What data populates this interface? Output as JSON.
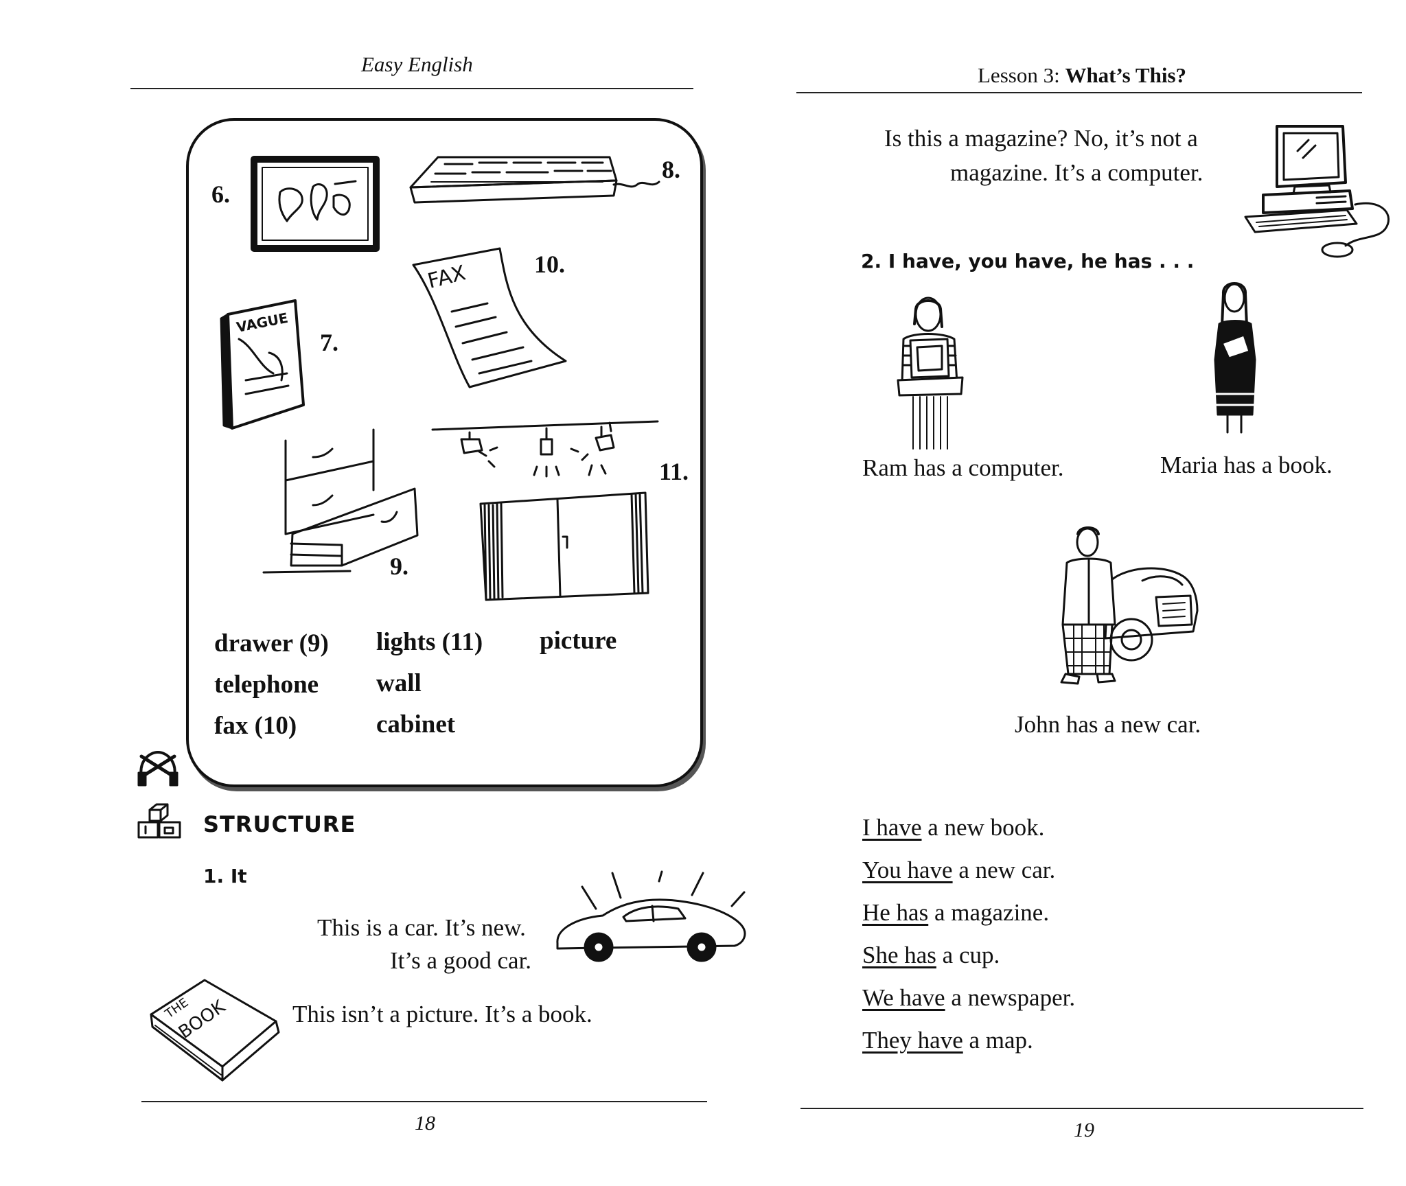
{
  "left_page": {
    "header": "Easy English",
    "figure_numbers": [
      "6.",
      "7.",
      "8.",
      "9.",
      "10.",
      "11."
    ],
    "fax_label": "FAX",
    "magazine_label": "VAGUE",
    "vocab": {
      "col1": [
        "drawer (9)",
        "telephone",
        "fax (10)"
      ],
      "col2": [
        "lights (11)",
        "wall",
        "cabinet"
      ],
      "col3": [
        "picture"
      ]
    },
    "structure_title": "STRUCTURE",
    "section_1_title": "1. It",
    "car_line_1": "This is a car. It’s new.",
    "car_line_2": "It’s a good car.",
    "book_line": "This isn’t a picture. It’s a book.",
    "book_label_1": "THE",
    "book_label_2": "BOOK",
    "page_number": "18"
  },
  "right_page": {
    "header_prefix": "Lesson 3:",
    "header_bold": "What’s This?",
    "intro_line_1": "Is this a magazine? No, it’s not a",
    "intro_line_2": "magazine. It’s a computer.",
    "section_2_title": "2. I have, you have, he has . . .",
    "caption_ram": "Ram has a computer.",
    "caption_maria": "Maria has a book.",
    "caption_john": "John has a new car.",
    "sentences": [
      {
        "subject": "I have",
        "rest": " a new book."
      },
      {
        "subject": "You have",
        "rest": " a new car."
      },
      {
        "subject": "He has",
        "rest": " a magazine."
      },
      {
        "subject": "She has",
        "rest": " a cup."
      },
      {
        "subject": "We have",
        "rest": " a newspaper."
      },
      {
        "subject": "They have",
        "rest": " a map."
      }
    ],
    "page_number": "19"
  }
}
